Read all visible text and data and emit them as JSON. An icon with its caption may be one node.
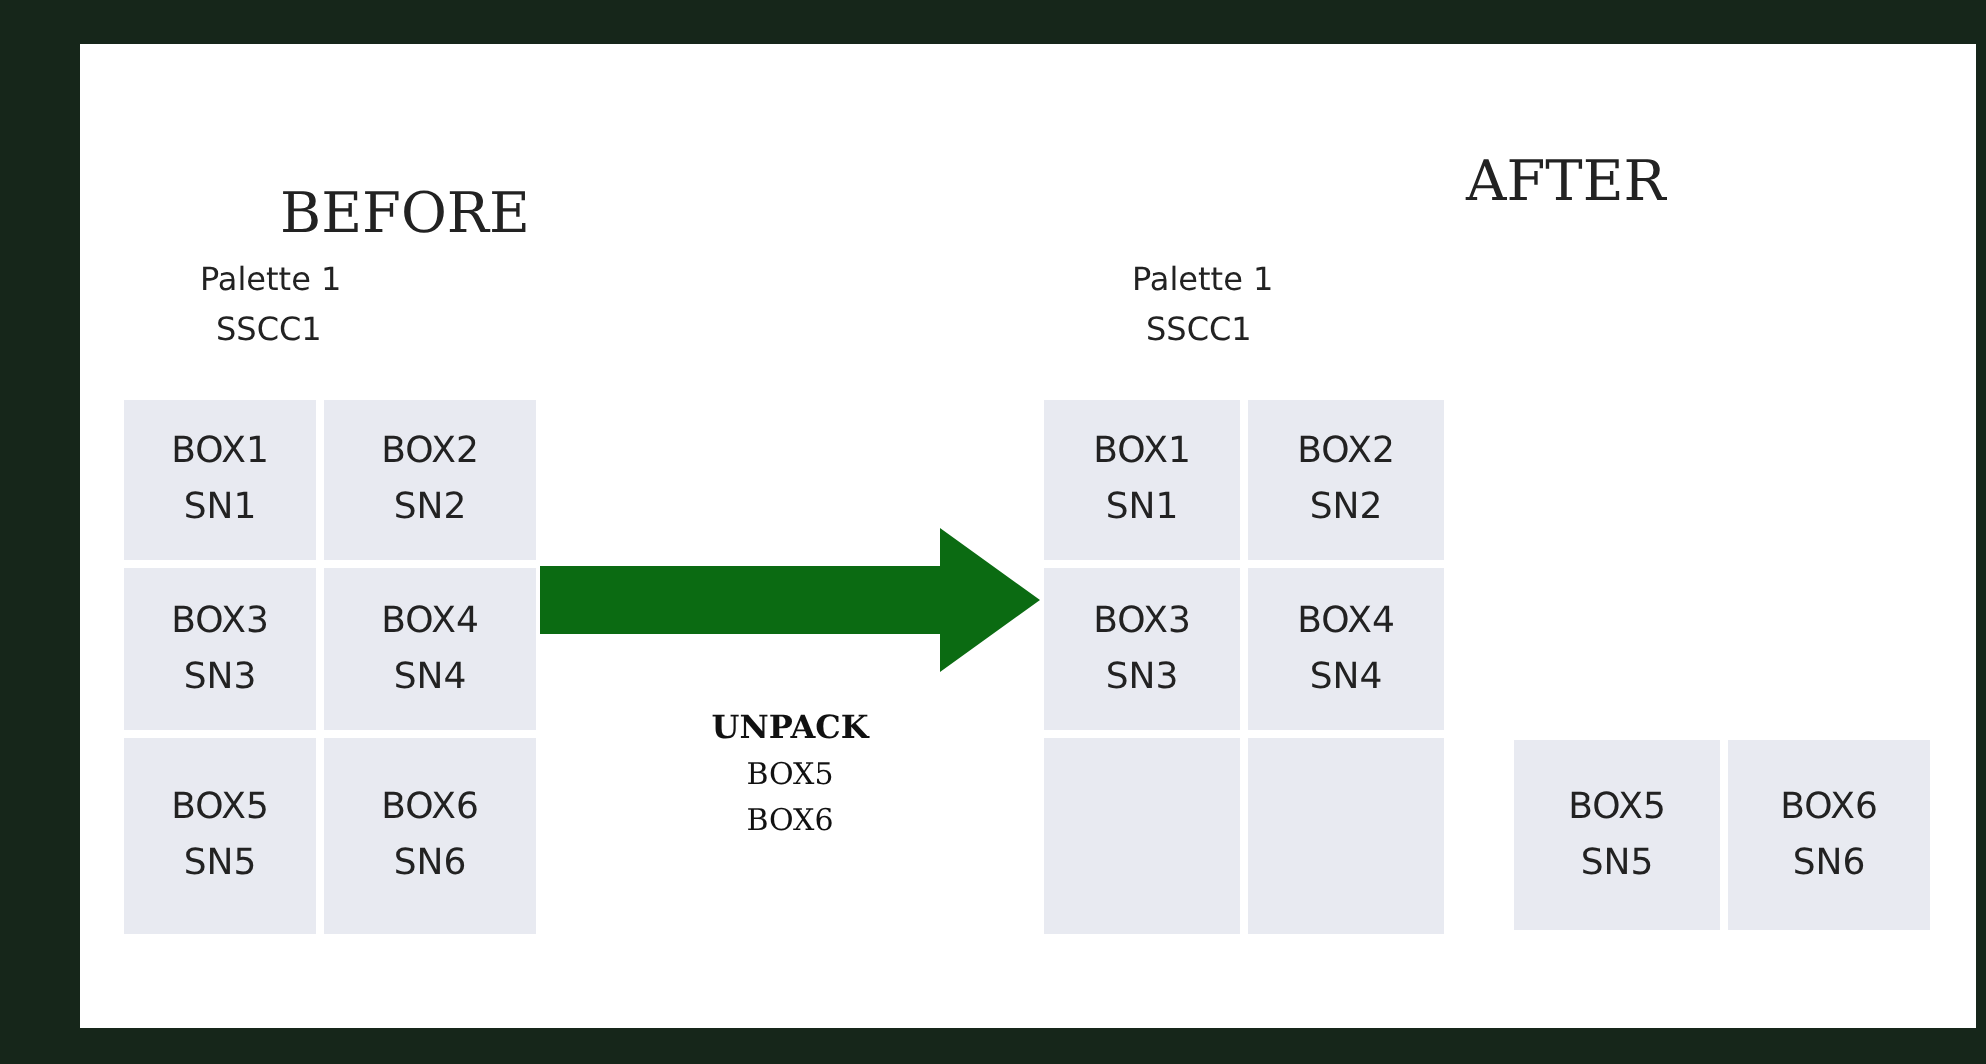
{
  "diagram": {
    "nodes": [
      {
        "text": [
          "Palette 1",
          "SSCC1"
        ]
      },
      {
        "text": [
          "BOX1 SN1"
        ],
        "in": 0
      },
      {
        "text": [
          "BOX2 SN2"
        ],
        "in": 0
      },
      {
        "text": [
          "BOX3 SN3"
        ],
        "in": 0
      },
      {
        "text": [
          "BOX4 SN4"
        ],
        "in": 0
      },
      {
        "text": [
          "BOX5 SN5"
        ],
        "in": 0
      },
      {
        "text": [
          "BOX6 SN6"
        ],
        "in": 0
      },
      {
        "text": [
          "Palette 1",
          "SSCC1"
        ]
      },
      {
        "text": [
          "BOX1 SN1"
        ],
        "in": 7
      },
      {
        "text": [
          "BOX2 SN2"
        ],
        "in": 7
      },
      {
        "text": [
          "BOX3 SN3"
        ],
        "in": 7
      },
      {
        "text": [
          "BOX4 SN4"
        ],
        "in": 7
      },
      {
        "text": [],
        "shape": "box",
        "in": 7
      },
      {
        "text": [],
        "shape": "box",
        "in": 7
      },
      {
        "text": [
          "BOX5 SN5"
        ]
      },
      {
        "text": [
          "BOX6 SN6"
        ]
      }
    ],
    "edges": [
      {
        "from": 0,
        "to": 7,
        "arrow": "to",
        "label": "**UNPACK** BOX5 BOX6",
        "style": "thick"
      }
    ],
    "labels": [
      "BEFORE",
      "AFTER"
    ]
  }
}
